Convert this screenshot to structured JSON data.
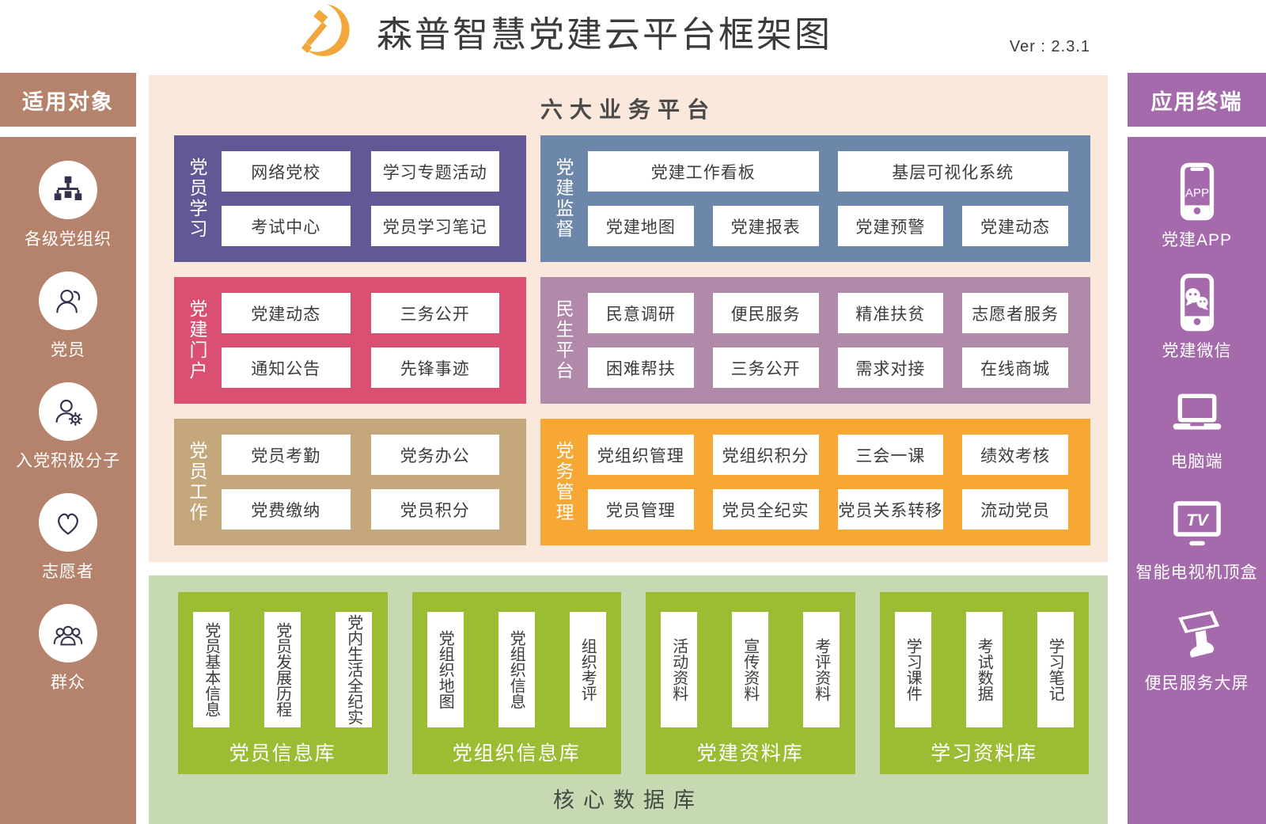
{
  "header": {
    "title": "森普智慧党建云平台框架图",
    "version": "Ver : 2.3.1",
    "logo": "party-emblem-icon"
  },
  "left_sidebar": {
    "title": "适用对象",
    "items": [
      {
        "icon": "org-chart-icon",
        "label": "各级党组织"
      },
      {
        "icon": "user-icon",
        "label": "党员"
      },
      {
        "icon": "user-gear-icon",
        "label": "入党积极分子"
      },
      {
        "icon": "heart-icon",
        "label": "志愿者"
      },
      {
        "icon": "group-icon",
        "label": "群众"
      }
    ]
  },
  "right_sidebar": {
    "title": "应用终端",
    "items": [
      {
        "icon": "phone-app-icon",
        "badge": "APP",
        "label": "党建APP"
      },
      {
        "icon": "phone-wechat-icon",
        "label": "党建微信"
      },
      {
        "icon": "laptop-icon",
        "label": "电脑端"
      },
      {
        "icon": "tv-icon",
        "badge": "TV",
        "label": "智能电视机顶盒"
      },
      {
        "icon": "kiosk-icon",
        "label": "便民服务大屏"
      }
    ]
  },
  "main": {
    "title": "六大业务平台",
    "platforms": [
      {
        "name": "党员学习",
        "color": "#615896",
        "items": [
          "网络党校",
          "学习专题活动",
          "考试中心",
          "党员学习笔记"
        ]
      },
      {
        "name": "党建监督",
        "color": "#6d87ab",
        "items_wide": [
          "党建工作看板",
          "基层可视化系统"
        ],
        "items": [
          "党建地图",
          "党建报表",
          "党建预警",
          "党建动态"
        ]
      },
      {
        "name": "党建门户",
        "color": "#d95073",
        "items": [
          "党建动态",
          "三务公开",
          "通知公告",
          "先锋事迹"
        ]
      },
      {
        "name": "民生平台",
        "color": "#b189a9",
        "items": [
          "民意调研",
          "便民服务",
          "精准扶贫",
          "志愿者服务",
          "困难帮扶",
          "三务公开",
          "需求对接",
          "在线商城"
        ]
      },
      {
        "name": "党员工作",
        "color": "#c4a87c",
        "items": [
          "党员考勤",
          "党务办公",
          "党费缴纳",
          "党员积分"
        ]
      },
      {
        "name": "党务管理",
        "color": "#f7a733",
        "items": [
          "党组织管理",
          "党组织积分",
          "三会一课",
          "绩效考核",
          "党员管理",
          "党员全纪实",
          "党员关系转移",
          "流动党员"
        ]
      }
    ]
  },
  "database": {
    "title": "核心数据库",
    "groups": [
      {
        "label": "党员信息库",
        "columns": [
          "党员基本信息",
          "党员发展历程",
          "党内生活全纪实"
        ]
      },
      {
        "label": "党组织信息库",
        "columns": [
          "党组织地图",
          "党组织信息",
          "组织考评"
        ]
      },
      {
        "label": "党建资料库",
        "columns": [
          "活动资料",
          "宣传资料",
          "考评资料"
        ]
      },
      {
        "label": "学习资料库",
        "columns": [
          "学习课件",
          "考试数据",
          "学习笔记"
        ]
      }
    ]
  },
  "colors": {
    "emblem_gold": "#f2a73d",
    "left_sidebar": "#b5826b",
    "right_sidebar": "#a56aac",
    "platform_bg": "#f9e8db",
    "database_bg": "#c6d9b3",
    "database_block": "#9cbd33"
  }
}
